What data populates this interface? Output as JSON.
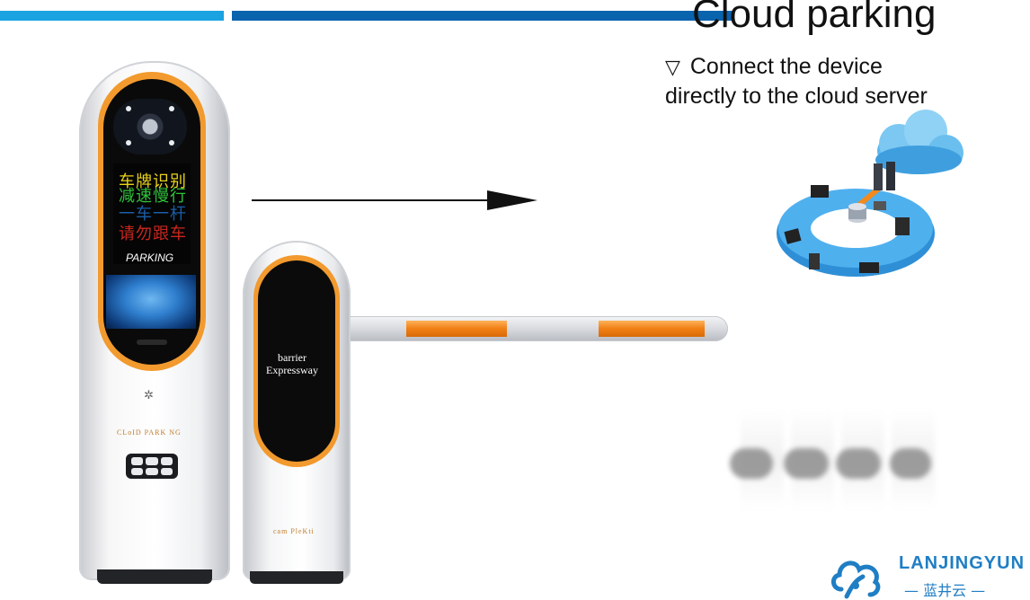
{
  "header": {
    "title": "Cloud parking",
    "subtitle_marker": "▽",
    "subtitle_line1": "Connect the device",
    "subtitle_line2": "directly to the cloud server"
  },
  "kiosk": {
    "led_lines": [
      "车牌识别",
      "减速慢行",
      "一车一杆",
      "请勿跟车"
    ],
    "parking_label": "PARKING",
    "brand_text": "CLoID PARK NG"
  },
  "barrier": {
    "line1": "barrier",
    "line2": "Expressway",
    "brand_text": "cam PleKti"
  },
  "logo": {
    "name": "LANJINGYUN",
    "sub": "— 蓝井云 —"
  },
  "colors": {
    "bar_light": "#1aa3e0",
    "bar_dark": "#0a63ad",
    "accent_orange": "#f29a2e",
    "logo_blue": "#1f7ec4"
  }
}
